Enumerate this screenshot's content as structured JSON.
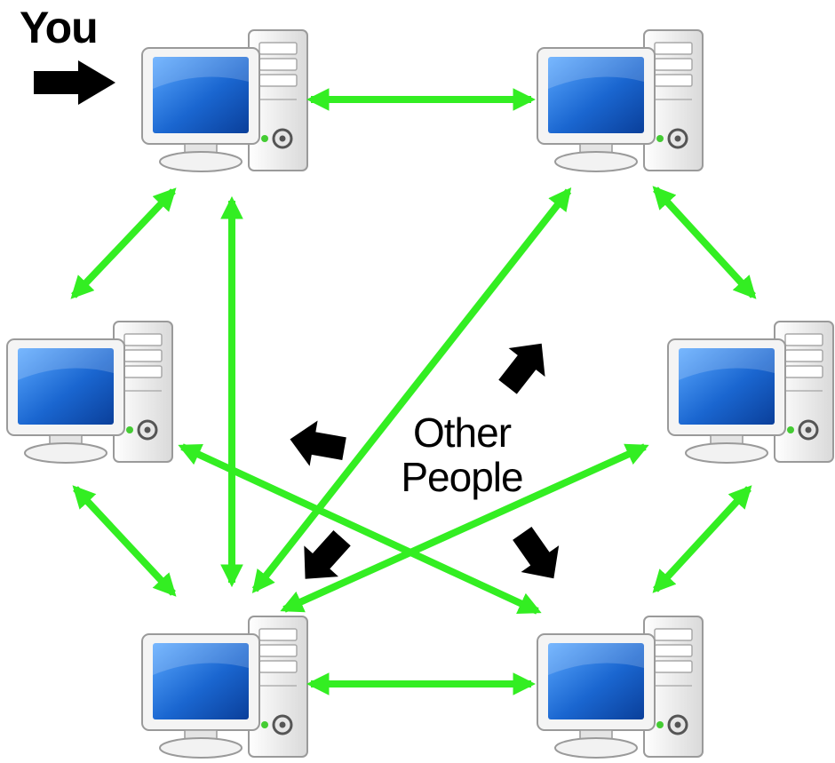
{
  "labels": {
    "you": "You",
    "other_line1": "Other",
    "other_line2": "People"
  },
  "colors": {
    "link": "#33ee22",
    "pointer": "#000000",
    "screen": "#1a66d0",
    "case": "#f2f2f2"
  },
  "nodes": [
    {
      "id": "top-left",
      "icon": "computer-icon"
    },
    {
      "id": "top-right",
      "icon": "computer-icon"
    },
    {
      "id": "mid-left",
      "icon": "computer-icon"
    },
    {
      "id": "mid-right",
      "icon": "computer-icon"
    },
    {
      "id": "bottom-left",
      "icon": "computer-icon"
    },
    {
      "id": "bottom-right",
      "icon": "computer-icon"
    }
  ]
}
